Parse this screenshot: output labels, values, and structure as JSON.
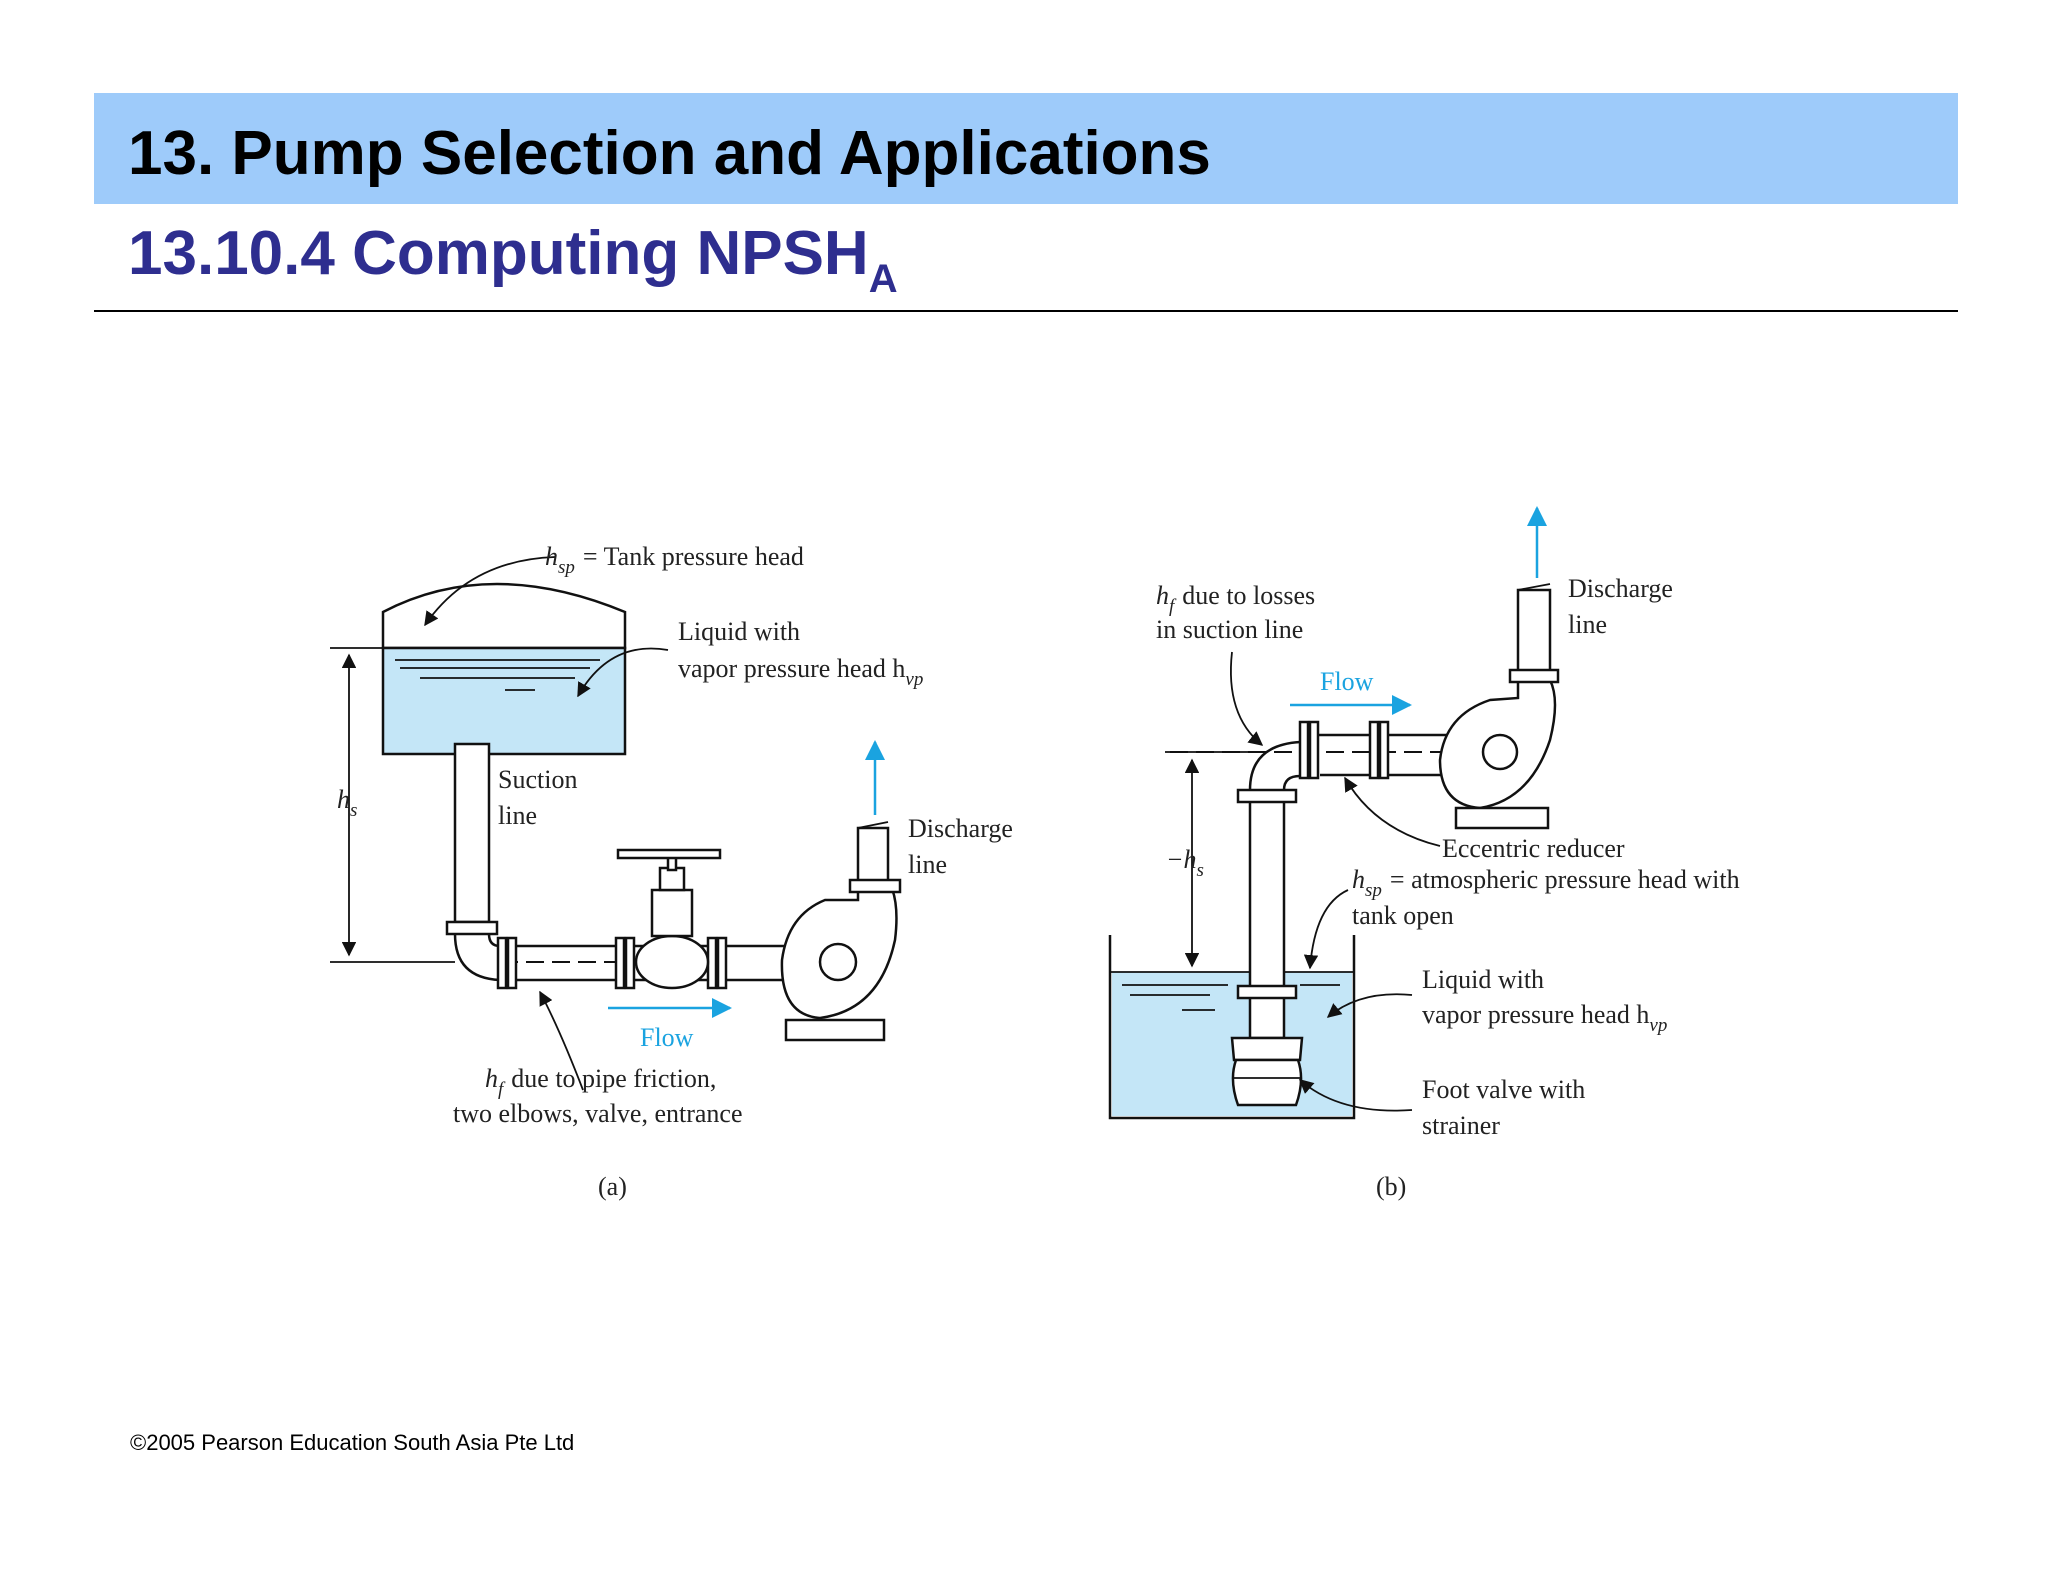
{
  "header": {
    "title": "13. Pump Selection and Applications",
    "subtitle_main": "13.10.4 Computing NPSH",
    "subtitle_subscript": "A"
  },
  "diagram_a": {
    "hsp_symbol": "h",
    "hsp_sub": "sp",
    "hsp_text": "= Tank pressure head",
    "liquid_line1": "Liquid with",
    "liquid_line2": "vapor pressure head h",
    "liquid_sub": "vp",
    "hs_symbol": "h",
    "hs_sub": "s",
    "suction_line1": "Suction",
    "suction_line2": "line",
    "discharge_line1": "Discharge",
    "discharge_line2": "line",
    "flow_label": "Flow",
    "hf_symbol": "h",
    "hf_sub": "f",
    "hf_text": "due to pipe friction,",
    "hf_line2": "two elbows, valve, entrance",
    "caption": "(a)"
  },
  "diagram_b": {
    "hf_symbol": "h",
    "hf_sub": "f",
    "hf_text": "due to losses",
    "hf_line2": "in suction line",
    "flow_label": "Flow",
    "discharge_line1": "Discharge",
    "discharge_line2": "line",
    "eccentric": "Eccentric reducer",
    "hs_symbol": "−h",
    "hs_sub": "s",
    "hsp_symbol": "h",
    "hsp_sub": "sp",
    "hsp_text": "= atmospheric pressure head with",
    "hsp_line2": "tank open",
    "liquid_line1": "Liquid with",
    "liquid_line2": "vapor pressure head h",
    "liquid_sub": "vp",
    "foot_line1": "Foot valve with",
    "foot_line2": "strainer",
    "caption": "(b)"
  },
  "footer": {
    "copyright": "©2005 Pearson Education South Asia Pte Ltd"
  },
  "colors": {
    "title_band": "#9ecbfa",
    "subtitle": "#2e2e8f",
    "water": "#c4e6f7",
    "flow_arrow": "#1aa3e0"
  }
}
